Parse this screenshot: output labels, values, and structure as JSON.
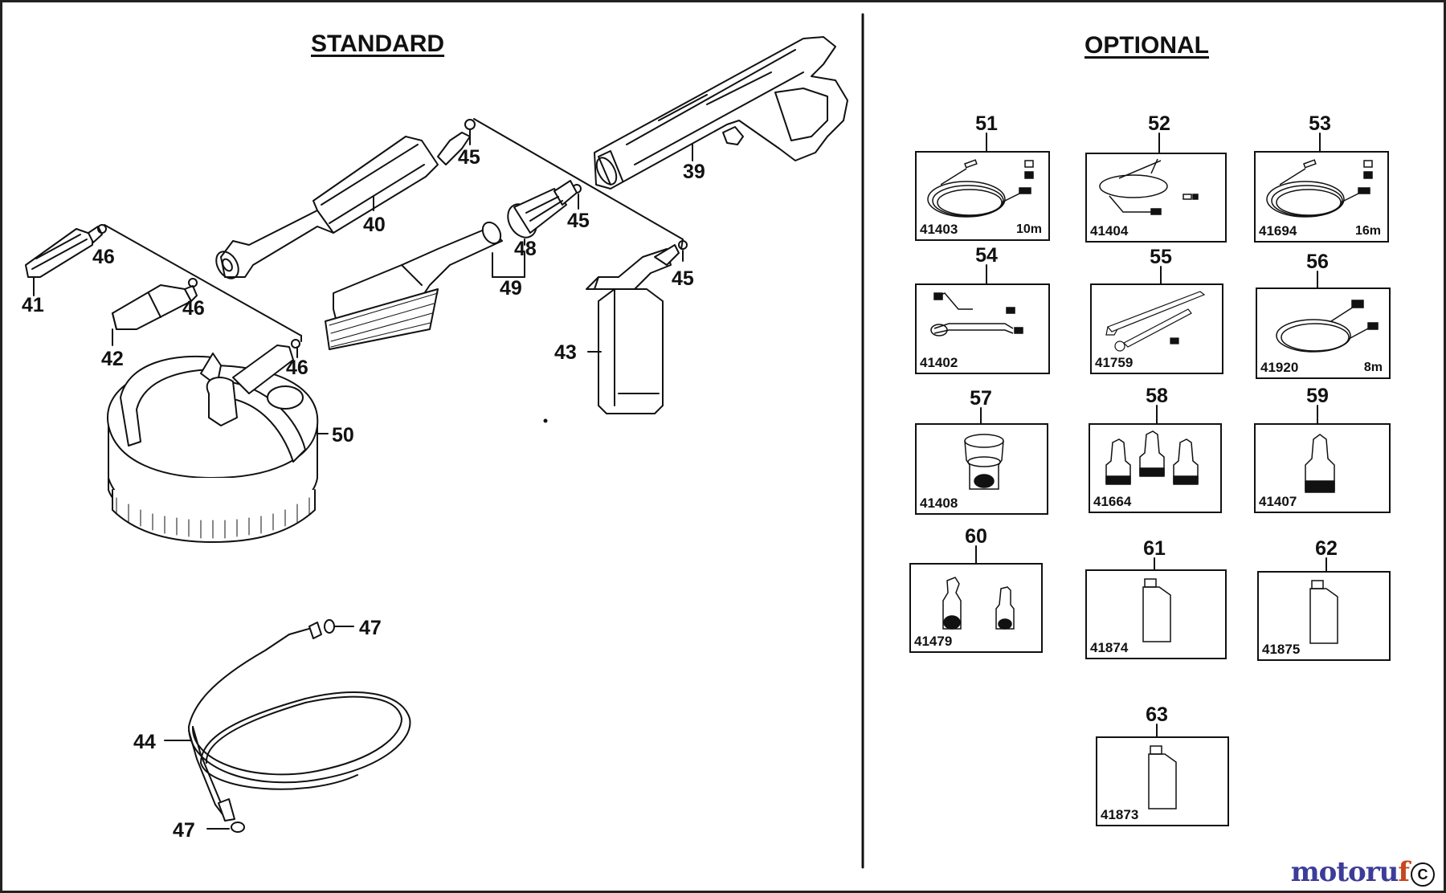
{
  "sections": {
    "standard_title": "STANDARD",
    "optional_title": "OPTIONAL"
  },
  "standard_parts": {
    "p39": "39",
    "p40": "40",
    "p41": "41",
    "p42": "42",
    "p43": "43",
    "p44": "44",
    "p45a": "45",
    "p45b": "45",
    "p45c": "45",
    "p46a": "46",
    "p46b": "46",
    "p46c": "46",
    "p47a": "47",
    "p47b": "47",
    "p48": "48",
    "p49": "49",
    "p50": "50"
  },
  "optional_parts": [
    {
      "num": "51",
      "code": "41403",
      "length": "10m",
      "icon": "hose-coil-icon"
    },
    {
      "num": "52",
      "code": "41404",
      "length": "",
      "icon": "drain-hose-icon"
    },
    {
      "num": "53",
      "code": "41694",
      "length": "16m",
      "icon": "hose-coil-icon"
    },
    {
      "num": "54",
      "code": "41402",
      "length": "",
      "icon": "lance-kit-icon"
    },
    {
      "num": "55",
      "code": "41759",
      "length": "",
      "icon": "pipe-cleaner-icon"
    },
    {
      "num": "56",
      "code": "41920",
      "length": "8m",
      "icon": "hose-coil-icon"
    },
    {
      "num": "57",
      "code": "41408",
      "length": "",
      "icon": "connector-icon"
    },
    {
      "num": "58",
      "code": "41664",
      "length": "",
      "icon": "nozzle-set-icon"
    },
    {
      "num": "59",
      "code": "41407",
      "length": "",
      "icon": "nozzle-icon"
    },
    {
      "num": "60",
      "code": "41479",
      "length": "",
      "icon": "adapter-set-icon"
    },
    {
      "num": "61",
      "code": "41874",
      "length": "",
      "icon": "bottle-icon"
    },
    {
      "num": "62",
      "code": "41875",
      "length": "",
      "icon": "bottle-icon"
    },
    {
      "num": "63",
      "code": "41873",
      "length": "",
      "icon": "bottle-icon"
    }
  ],
  "watermark": {
    "part1": "motoru",
    "part2": "f",
    "suffix": "C"
  }
}
